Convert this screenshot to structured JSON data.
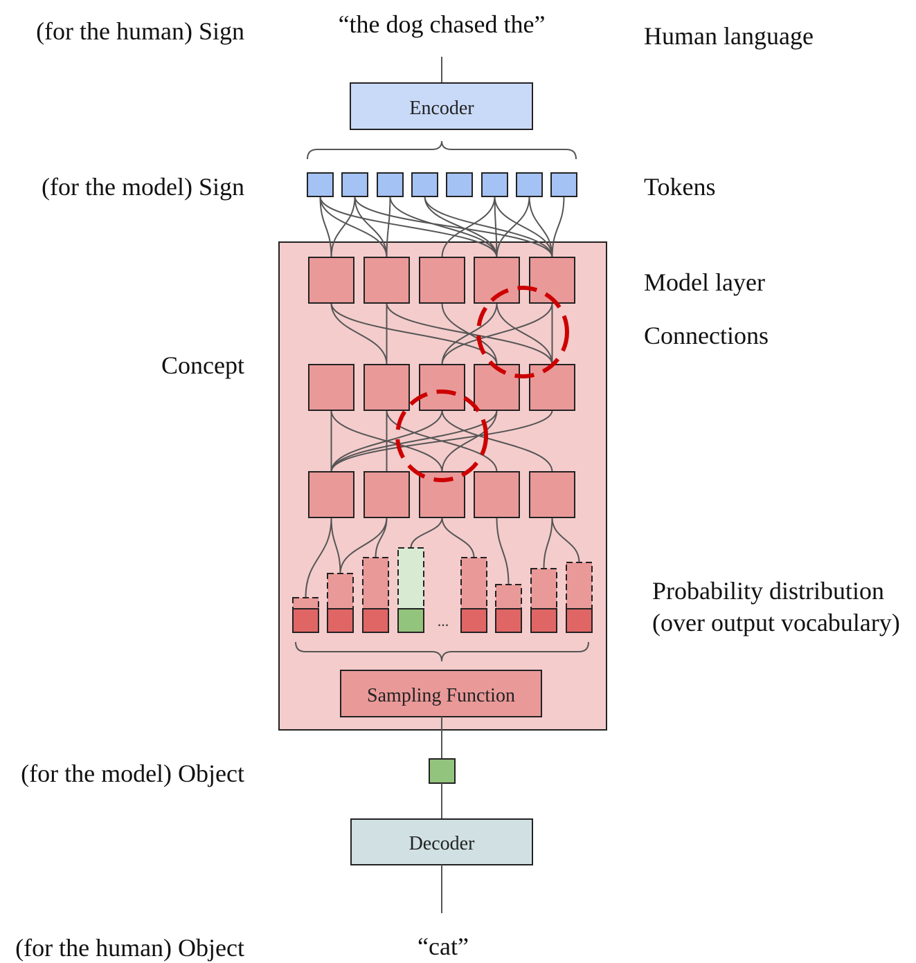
{
  "labels": {
    "left": {
      "human_sign": "(for the human) Sign",
      "model_sign": "(for the model) Sign",
      "concept": "Concept",
      "model_object": "(for the model) Object",
      "human_object": "(for the human) Object"
    },
    "right": {
      "human_language": "Human language",
      "tokens": "Tokens",
      "model_layer": "Model layer",
      "connections": "Connections",
      "prob_line1": "Probability distribution",
      "prob_line2": "(over output vocabulary)"
    }
  },
  "input_text": "“the dog chased the”",
  "output_text": "“cat”",
  "encoder": {
    "label": "Encoder"
  },
  "decoder": {
    "label": "Decoder"
  },
  "sampling": {
    "label": "Sampling Function"
  },
  "ellipsis": "...",
  "token_count": 8,
  "layer_node_count": 5,
  "layer_count": 3,
  "colors": {
    "encoder_fill": "#c9daf8",
    "token_fill": "#a4c2f4",
    "concept_bg": "#f4cccc",
    "node_fill": "#ea9999",
    "bar_solid": "#e06666",
    "bar_selected_solid": "#93c47d",
    "bar_selected_dashed": "#d9ead3",
    "decoder_fill": "#d0e0e3",
    "output_token": "#93c47d",
    "highlight_circle": "#cc0000",
    "line": "#555555"
  }
}
